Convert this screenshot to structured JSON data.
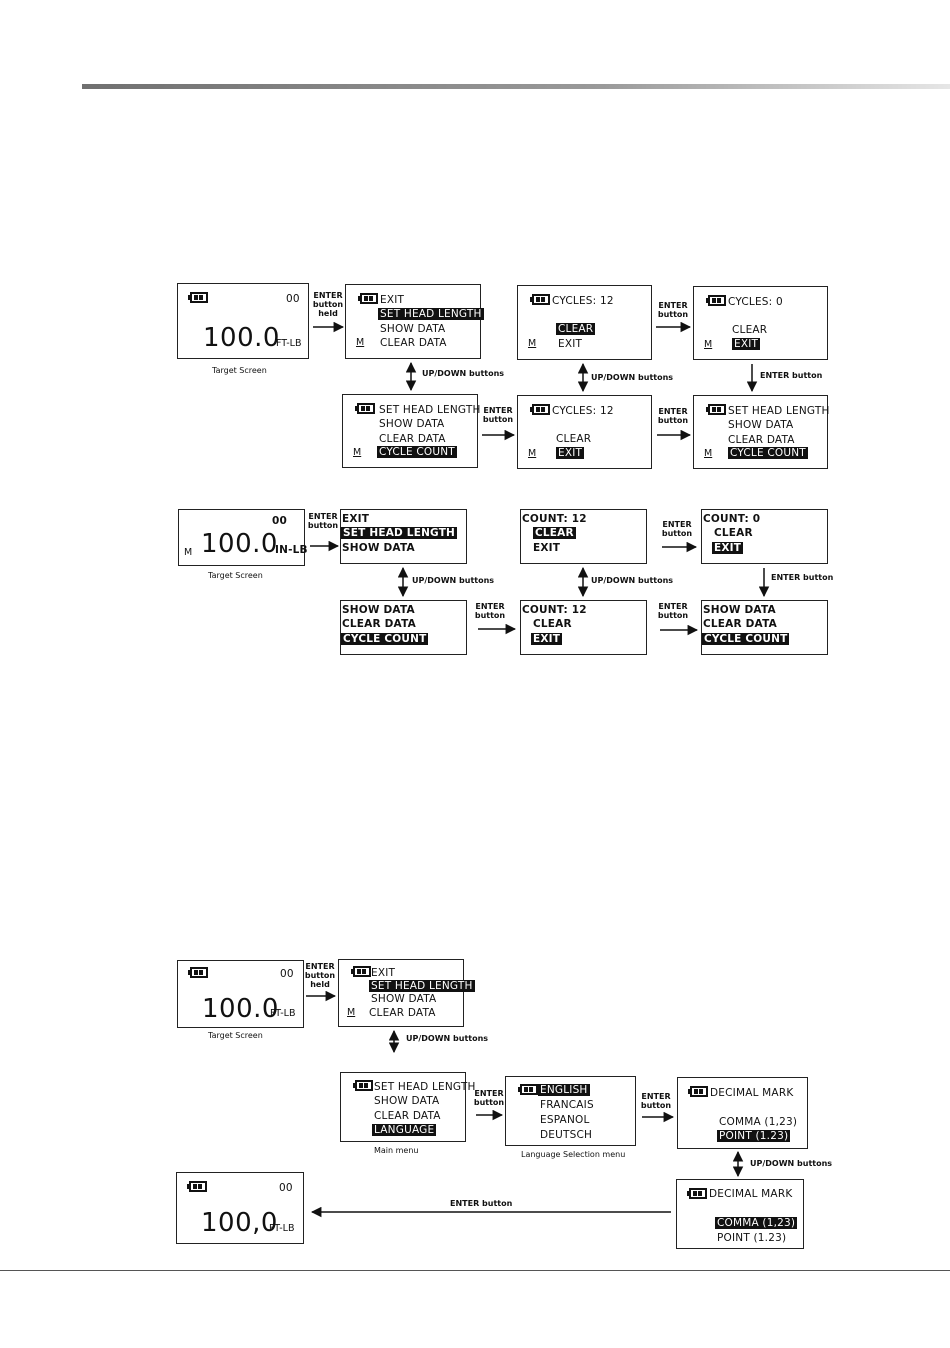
{
  "labels": {
    "enter_button_held": "ENTER\nbutton\nheld",
    "enter_button": "ENTER\nbutton",
    "enter_button_inline": "ENTER button",
    "up_down_buttons": "UP/DOWN buttons",
    "target_screen": "Target Screen",
    "main_menu": "Main menu",
    "language_selection_menu": "Language Selection menu"
  },
  "screen": {
    "reading": "100.0",
    "reading_comma": "100,0",
    "unit_ftlb": "FT-LB",
    "unit_inlb": "IN-LB",
    "counter": "00",
    "mode": "M"
  },
  "menu": {
    "exit": "EXIT",
    "set_head_length": "SET HEAD LENGTH",
    "show_data": "SHOW DATA",
    "clear_data": "CLEAR DATA",
    "cycle_count": "CYCLE COUNT",
    "language": "LANGUAGE",
    "clear": "CLEAR",
    "cycles_12": "CYCLES:  12",
    "cycles_0": "CYCLES:  0",
    "count_12": "COUNT: 12",
    "count_0": "COUNT: 0"
  },
  "language": {
    "english": "ENGLISH",
    "francais": "FRANCAIS",
    "espanol": "ESPANOL",
    "deutsch": "DEUTSCH",
    "decimal_mark": "DECIMAL MARK",
    "comma": "COMMA (1,23)",
    "point": "POINT (1.23)"
  }
}
